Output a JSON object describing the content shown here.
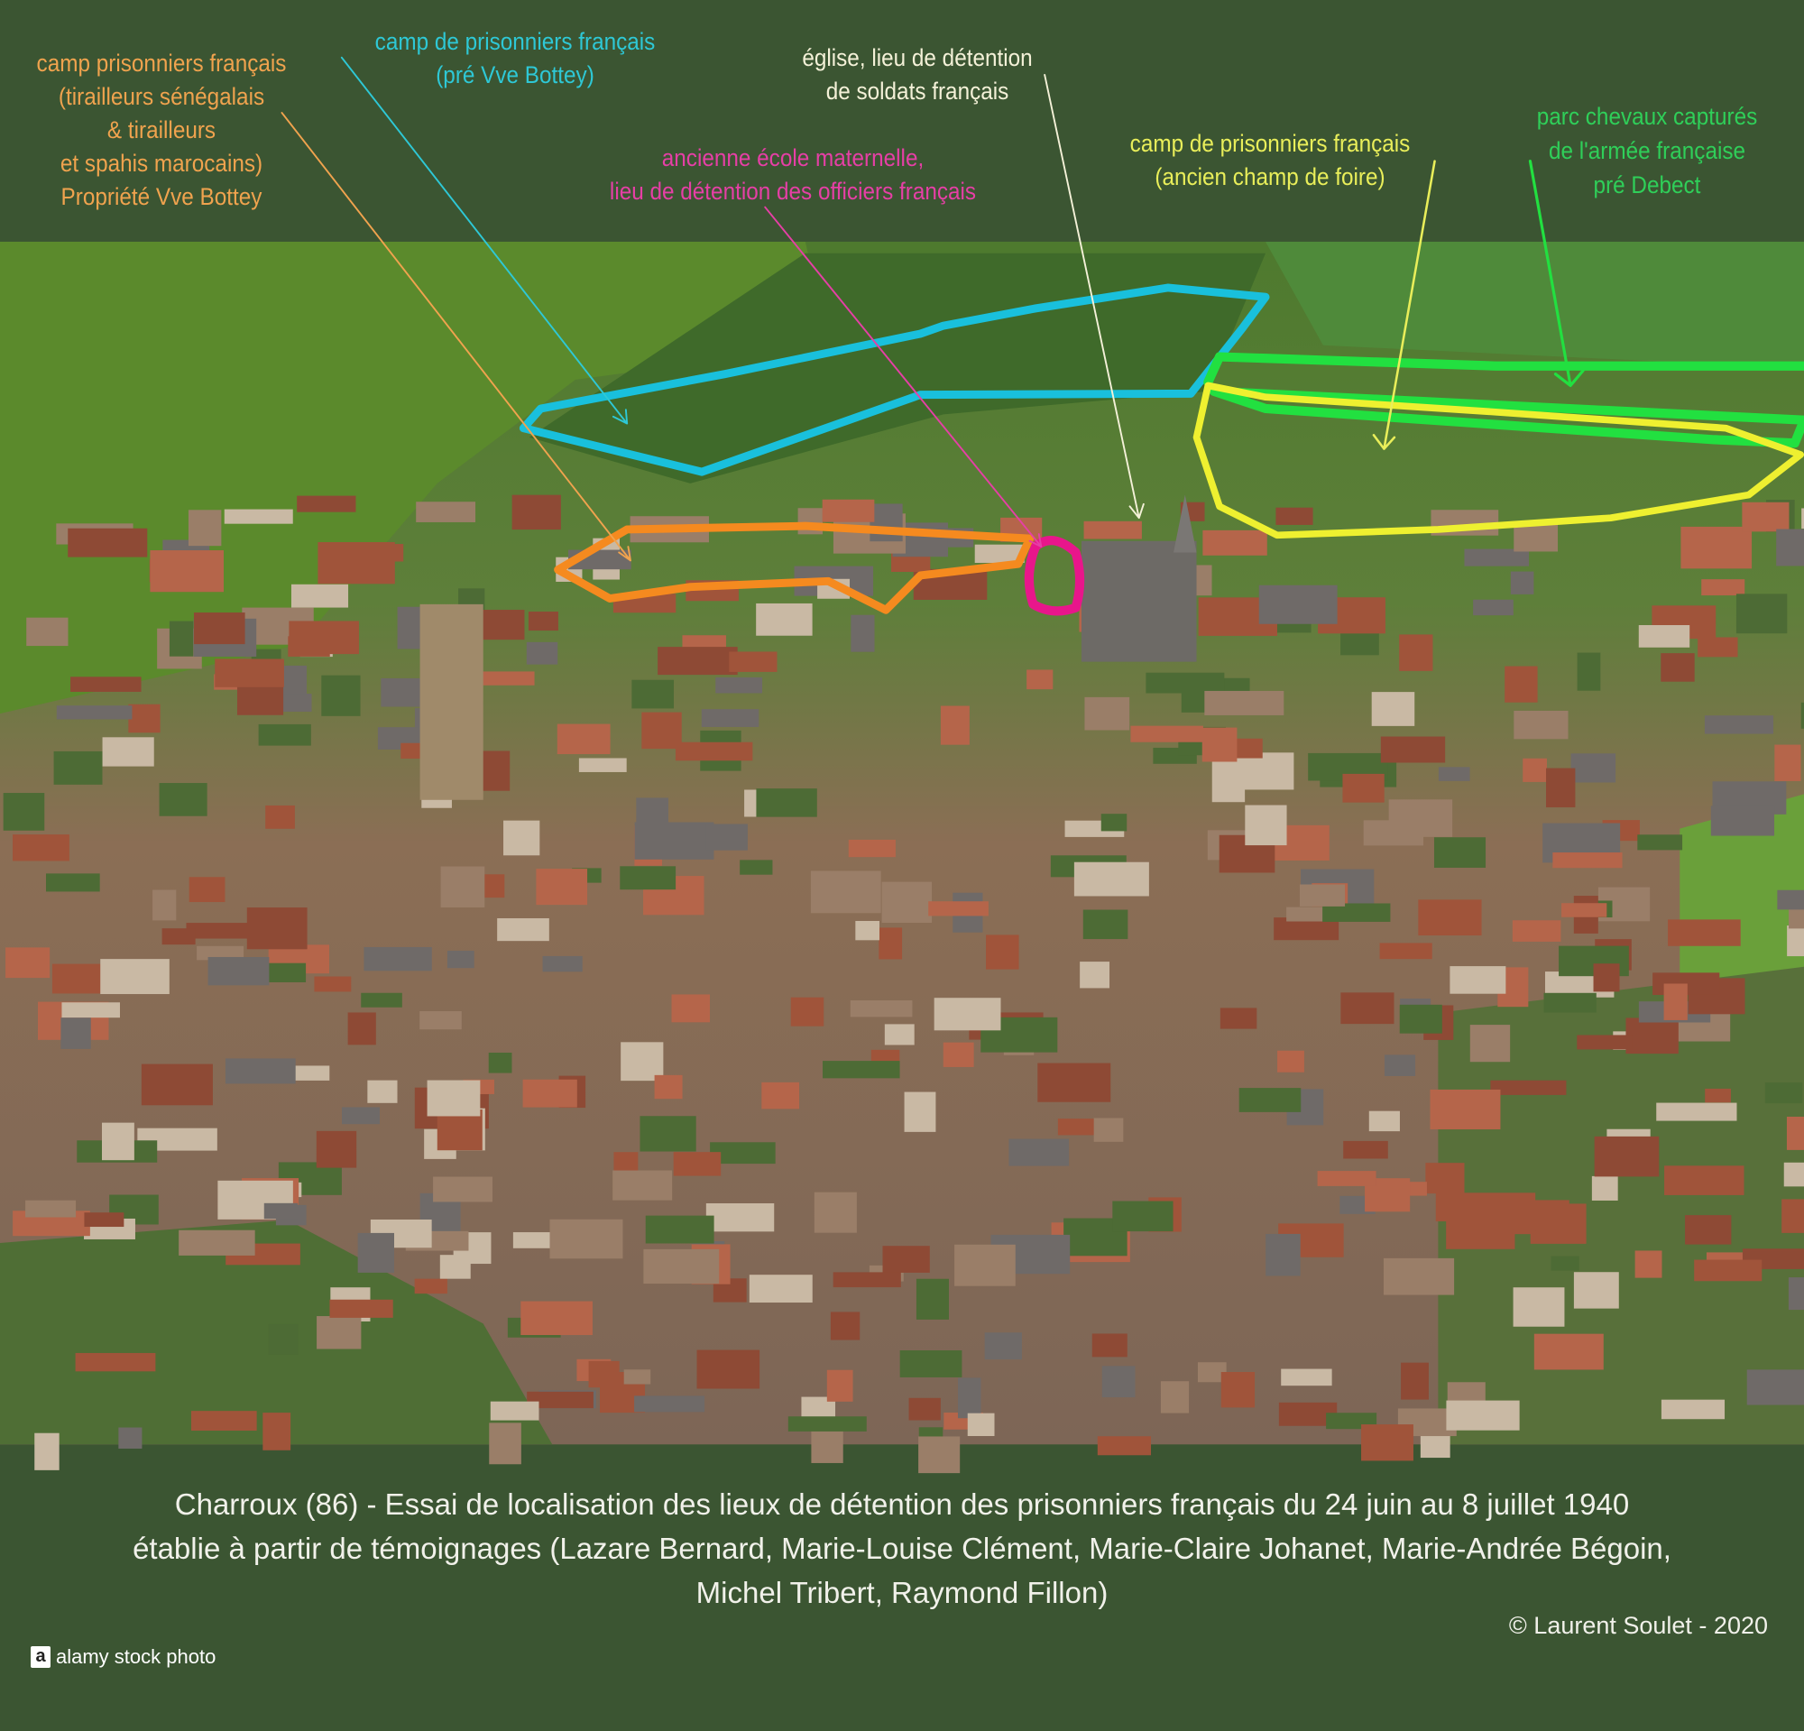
{
  "labels": {
    "orange": {
      "lines": [
        "camp prisonniers français",
        "(tirailleurs sénégalais",
        "& tirailleurs",
        "et spahis marocains)",
        "Propriété Vve Bottey"
      ],
      "color": "#f0a34e"
    },
    "cyan": {
      "lines": [
        "camp de prisonniers français",
        "(pré Vve Bottey)"
      ],
      "color": "#2ec8d6"
    },
    "white": {
      "lines": [
        "église, lieu de détention",
        "de soldats français"
      ],
      "color": "#f4f1d8"
    },
    "magenta": {
      "lines": [
        "ancienne école maternelle,",
        "lieu de détention des officiers français"
      ],
      "color": "#e63fa6"
    },
    "yellow": {
      "lines": [
        "camp de prisonniers  français",
        "(ancien champ de foire)"
      ],
      "color": "#e9ee5a"
    },
    "green": {
      "lines": [
        "parc chevaux capturés",
        "de l'armée française",
        "pré Debect"
      ],
      "color": "#2fcf59"
    }
  },
  "caption": {
    "lines": [
      "Charroux (86) - Essai de localisation des lieux de détention des prisonniers français du 24 juin au 8 juillet 1940",
      "établie à partir de témoignages (Lazare Bernard, Marie-Louise Clément, Marie-Claire Johanet, Marie-Andrée Bégoin,",
      "Michel Tribert, Raymond Fillon)"
    ]
  },
  "copyright": "© Laurent Soulet - 2020",
  "watermark": {
    "logo": "a",
    "text": "alamy stock photo"
  },
  "background_color": "#3b5532"
}
